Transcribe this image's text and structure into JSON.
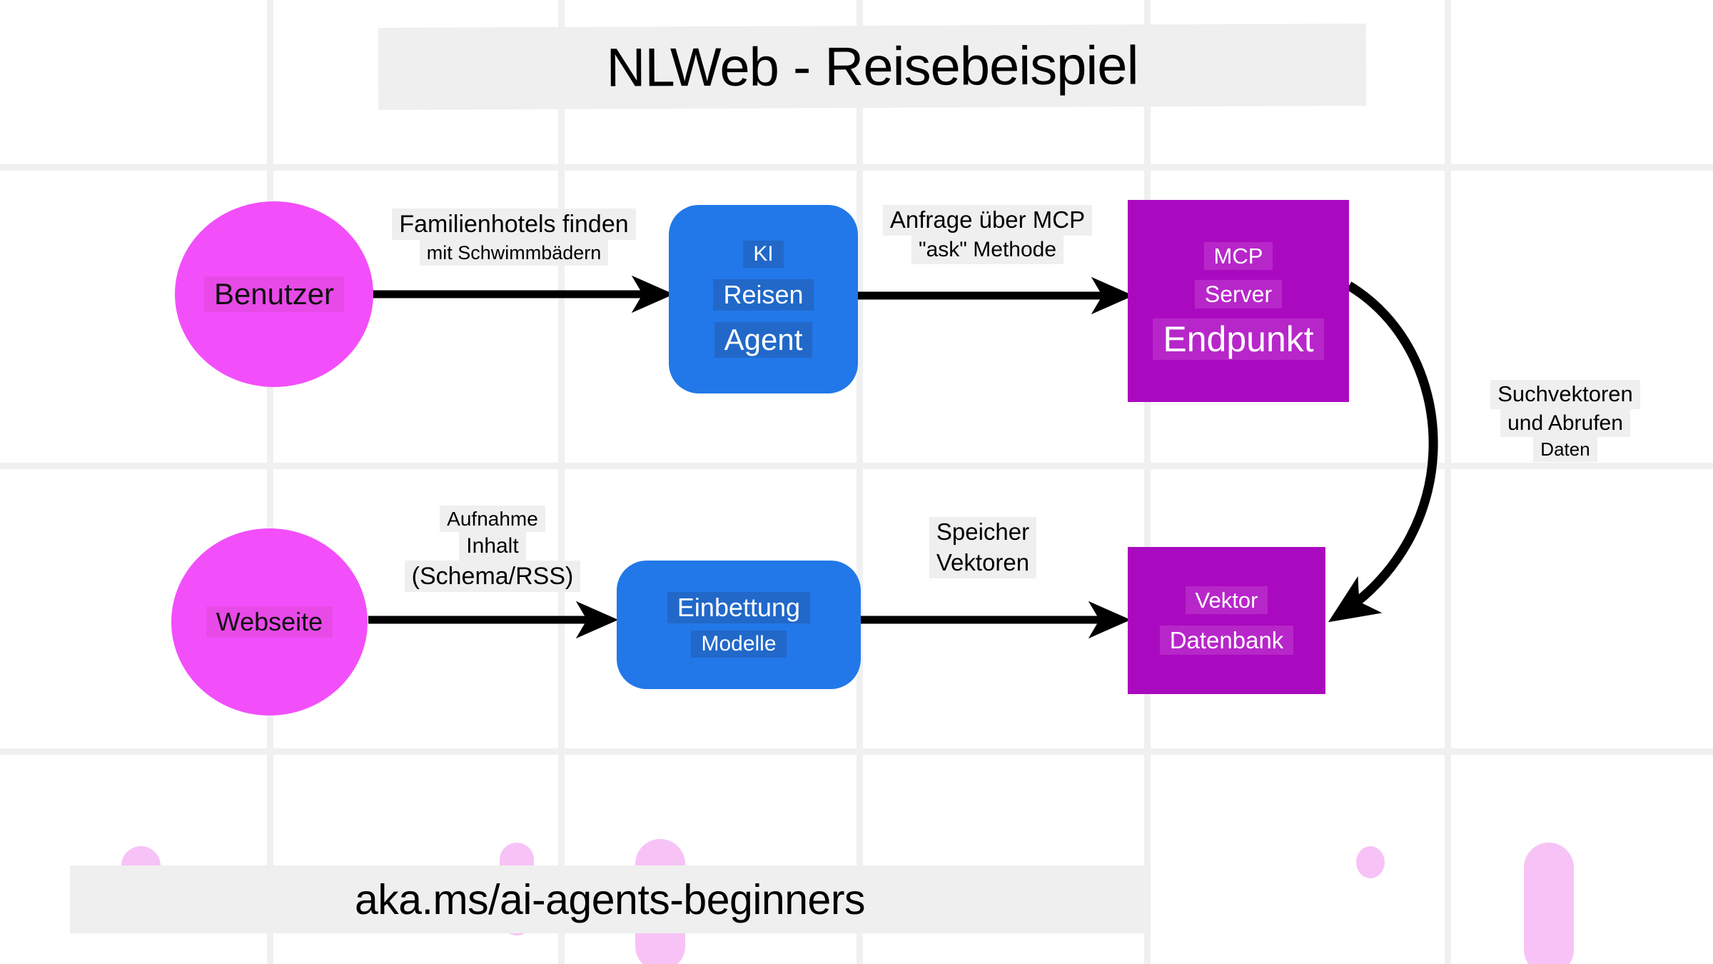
{
  "title": {
    "text": "NLWeb - Reisebeispiel"
  },
  "footer": {
    "text": "aka.ms/ai-agents-beginners"
  },
  "nodes": {
    "user": {
      "lines": [
        "Benutzer"
      ],
      "shape": "ellipse",
      "color": "#f24ffa"
    },
    "agent": {
      "lines": [
        "KI",
        "Reisen",
        "Agent"
      ],
      "shape": "rounded",
      "color": "#2278e8"
    },
    "mcp": {
      "lines": [
        "MCP",
        "Server",
        "Endpunkt"
      ],
      "shape": "rect",
      "color": "#aa0abf"
    },
    "website": {
      "lines": [
        "Webseite"
      ],
      "shape": "ellipse",
      "color": "#f24ffa"
    },
    "embedding": {
      "lines": [
        "Einbettung",
        "Modelle"
      ],
      "shape": "rounded",
      "color": "#2278e8"
    },
    "vectordb": {
      "lines": [
        "Vektor",
        "Datenbank"
      ],
      "shape": "rect",
      "color": "#aa0abf"
    }
  },
  "edges": {
    "user_to_agent": {
      "lines": [
        "Familienhotels finden",
        "mit Schwimmbädern"
      ]
    },
    "agent_to_mcp": {
      "lines": [
        "Anfrage über MCP",
        "\"ask\" Methode"
      ]
    },
    "mcp_to_vectordb": {
      "lines": [
        "Suchvektoren",
        "und Abrufen",
        "Daten"
      ]
    },
    "website_to_embedding": {
      "lines": [
        "Aufnahme",
        "Inhalt",
        "(Schema/RSS)"
      ]
    },
    "embedding_to_vectordb": {
      "lines": [
        "Speicher",
        "Vektoren"
      ]
    }
  },
  "palette": {
    "background": "#ffffff",
    "grid": "#f0f0f0",
    "banner": "#efefef",
    "magenta": "#f24ffa",
    "blue": "#2278e8",
    "purple": "#aa0abf",
    "arrow": "#000000"
  }
}
